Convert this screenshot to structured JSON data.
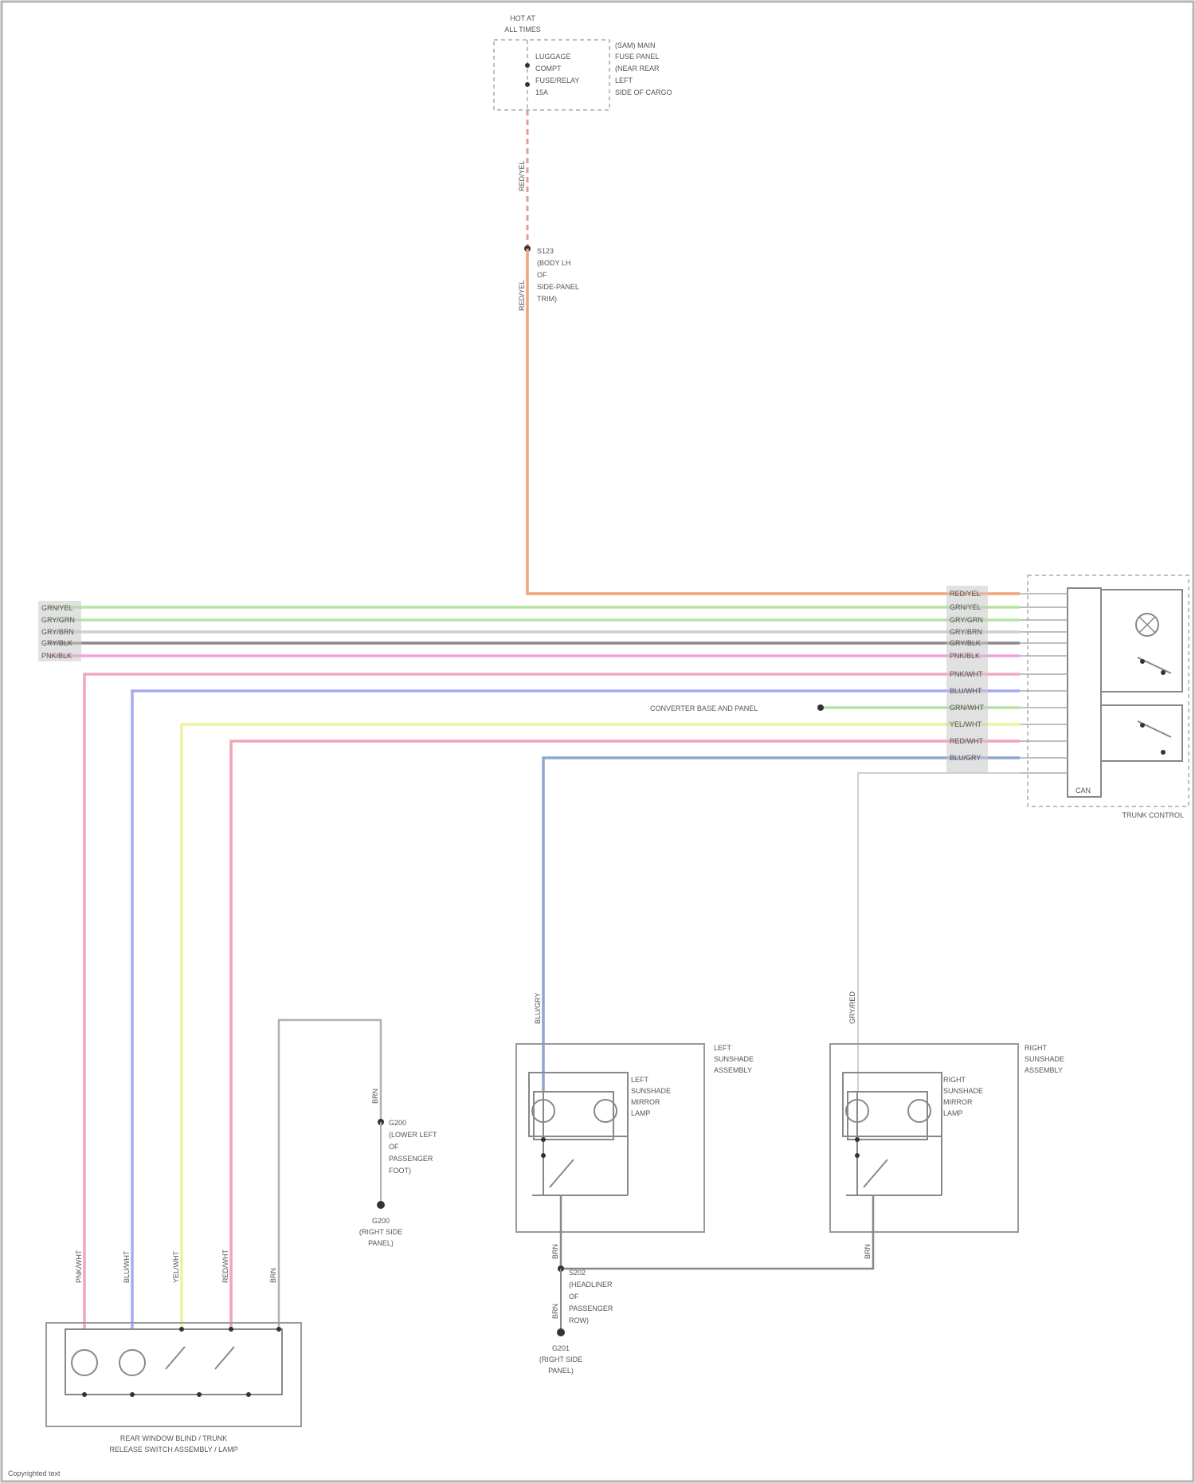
{
  "fuse": {
    "header": [
      "HOT AT",
      "ALL TIMES"
    ],
    "left_text": [
      "LUGGAGE",
      "COMPT",
      "FUSE/RELAY",
      "15A"
    ],
    "right_text": [
      "(SAM) MAIN",
      "FUSE PANEL",
      "(NEAR REAR",
      "LEFT",
      "SIDE OF CARGO"
    ]
  },
  "wire_top": "RED/YEL",
  "splice_top": {
    "text": [
      "S123",
      "(BODY LH",
      "OF",
      "SIDE-PANEL",
      "TRIM)"
    ],
    "wire": "RED/YEL"
  },
  "harness_left_labels": [
    "GRN/YEL",
    "GRY/GRN",
    "GRY/BRN",
    "GRY/BLK",
    "PNK/BLK"
  ],
  "harness_right_labels": [
    "RED/YEL",
    "GRN/YEL",
    "GRY/GRN",
    "GRY/BRN",
    "GRY/BLK",
    "PNK/BLK",
    "PNK/WHT",
    "BLU/WHT",
    "GRN/WHT",
    "YEL/WHT",
    "RED/WHT",
    "BLU/GRY"
  ],
  "can_label": "CONVERTER BASE AND PANEL",
  "module_label": "TRUNK CONTROL",
  "module_inner_label": "CAN",
  "left_wires": [
    "PNK/WHT",
    "BLU/WHT",
    "YEL/WHT",
    "RED/WHT",
    "BRN"
  ],
  "bottom_switch_caption": [
    "REAR WINDOW BLIND / TRUNK",
    "RELEASE SWITCH ASSEMBLY / LAMP"
  ],
  "ground_left": {
    "wire": "BRN",
    "text": [
      "G200",
      "(LOWER LEFT",
      "OF",
      "PASSENGER",
      "FOOT)"
    ],
    "ground_text": [
      "G200",
      "(RIGHT SIDE",
      "PANEL)"
    ]
  },
  "lamp_left": {
    "wire": "BLU/GRY",
    "label": [
      "LEFT",
      "SUNSHADE",
      "ASSEMBLY"
    ],
    "lamp_label": [
      "LEFT",
      "SUNSHADE",
      "MIRROR",
      "LAMP"
    ],
    "bottom_wire": "BRN"
  },
  "lamp_right": {
    "wire": "GRY/RED",
    "label": [
      "RIGHT",
      "SUNSHADE",
      "ASSEMBLY"
    ],
    "lamp_label": [
      "RIGHT",
      "SUNSHADE",
      "MIRROR",
      "LAMP"
    ],
    "bottom_wire": "BRN"
  },
  "ground_right": {
    "wire": "BRN",
    "text": [
      "S202",
      "(HEADLINER",
      "OF",
      "PASSENGER",
      "ROW)"
    ],
    "ground_text": [
      "G201",
      "(RIGHT SIDE",
      "PANEL)"
    ]
  },
  "footer": "Copyrighted text",
  "colors": {
    "orange": "#f1a37a",
    "green": "#b6e3a3",
    "gray": "#b0b0b0",
    "darkgray": "#888888",
    "pink": "#f1a0e0",
    "hotpink": "#f0a5c4",
    "blue": "#a7a9f2",
    "yellow": "#eef29a",
    "rose": "#f2a3b4",
    "steelblue": "#8fa6cf",
    "lightgray": "#cfcfcf",
    "red_dash": "#e69a9a"
  }
}
